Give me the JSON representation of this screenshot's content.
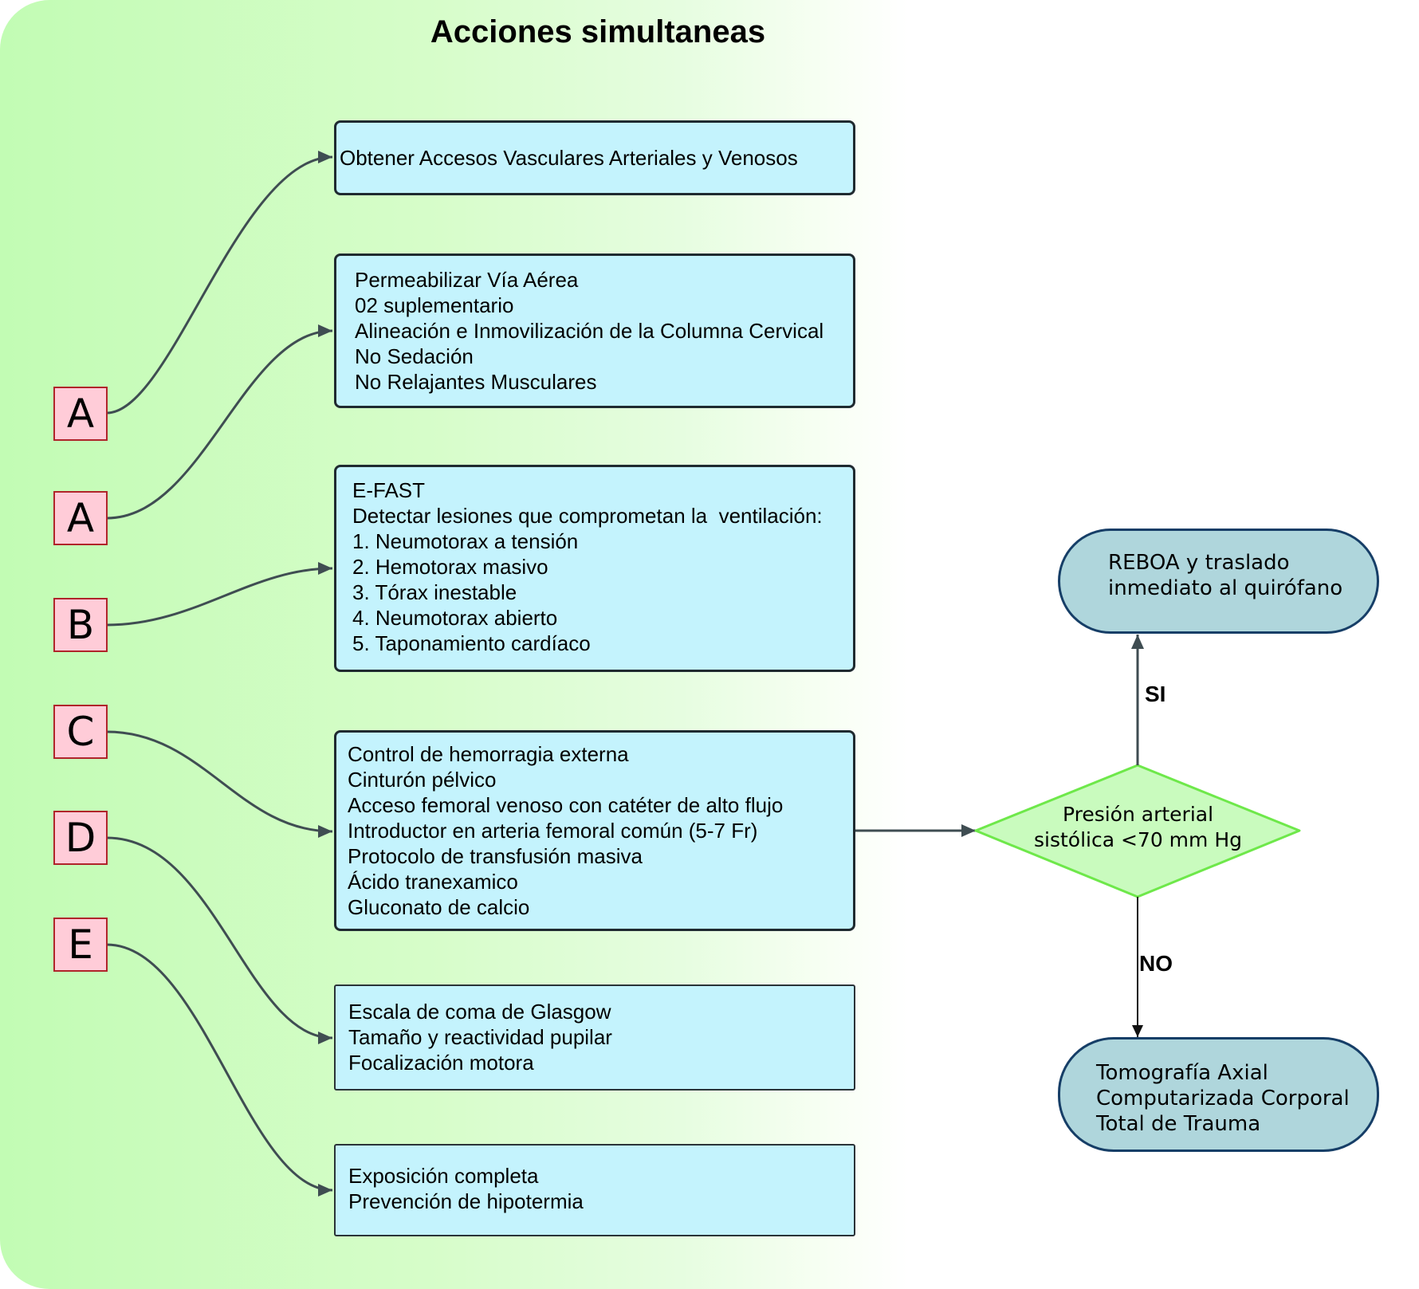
{
  "title": "Acciones simultaneas",
  "colors": {
    "background_start": "#c2fcb4",
    "background_end": "#ffffff",
    "letter_fill": "#ffccd8",
    "letter_border": "#b0242a",
    "box_fill": "#c4f3fd",
    "box_border": "#1f2a30",
    "pill_fill": "#afd6dc",
    "pill_border": "#163e67",
    "diamond_fill": "#c9fbbe",
    "diamond_border": "#6ee84a",
    "connector": "#3f4d52"
  },
  "letters": [
    "A",
    "A",
    "B",
    "C",
    "D",
    "E"
  ],
  "boxes": [
    {
      "lines": [
        "Obtener Accesos Vasculares Arteriales y Venosos"
      ]
    },
    {
      "lines": [
        "Permeabilizar Vía Aérea",
        "02 suplementario",
        "Alineación e Inmovilización de la Columna Cervical",
        "No Sedación",
        "No Relajantes Musculares"
      ]
    },
    {
      "lines": [
        "E-FAST",
        "Detectar lesiones que comprometan la  ventilación:",
        "1. Neumotorax a tensión",
        "2. Hemotorax masivo",
        "3. Tórax inestable",
        "4. Neumotorax abierto",
        "5. Taponamiento cardíaco"
      ]
    },
    {
      "lines": [
        "Control de hemorragia externa",
        "Cinturón pélvico",
        "Acceso femoral venoso con catéter de alto flujo",
        "Introductor en arteria femoral común (5-7 Fr)",
        "Protocolo de transfusión masiva",
        "Ácido tranexamico",
        "Gluconato de calcio"
      ]
    },
    {
      "lines": [
        "Escala de coma de Glasgow",
        "Tamaño y reactividad pupilar",
        "Focalización motora"
      ]
    },
    {
      "lines": [
        "Exposición completa",
        "Prevención de hipotermia"
      ]
    }
  ],
  "decision": {
    "lines": [
      "Presión arterial",
      "sistólica <70 mm Hg"
    ],
    "yes_label": "SI",
    "no_label": "NO"
  },
  "outcomes": {
    "yes": {
      "lines": [
        "REBOA y traslado",
        "inmediato al quirófano"
      ]
    },
    "no": {
      "lines": [
        "Tomografía Axial",
        "Computarizada Corporal",
        "Total de Trauma"
      ]
    }
  }
}
